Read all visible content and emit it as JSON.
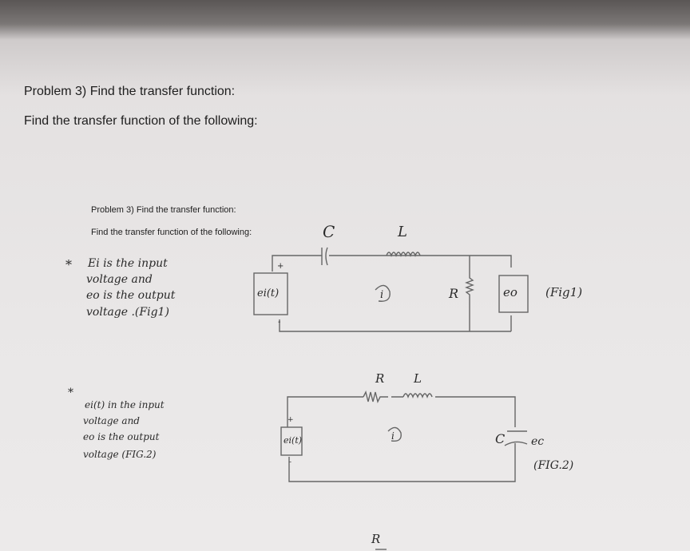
{
  "header": {
    "problem_title": "Problem 3) Find the transfer function:",
    "problem_subtitle": "Find the transfer function of the following:"
  },
  "embedded_image": {
    "problem_title": "Problem 3) Find the transfer function:",
    "problem_subtitle": "Find the transfer function of the following:"
  },
  "fig1": {
    "bullet": "*",
    "note_lines": [
      "Ei is the input",
      "voltage and",
      "eo is the output",
      "voltage .(Fig1)"
    ],
    "labels": {
      "capacitor": "C",
      "inductor": "L",
      "resistor": "R",
      "source": "ei(t)",
      "current": "i",
      "output": "eo",
      "fig": "(Fig1)",
      "plus": "+",
      "minus": "-"
    }
  },
  "fig2": {
    "bullet": "*",
    "note_lines": [
      "ei(t) in the input",
      "voltage and",
      "eo is the output",
      "voltage (FIG.2)"
    ],
    "labels": {
      "resistor": "R",
      "inductor": "L",
      "capacitor": "C",
      "source": "ei(t)",
      "current": "i",
      "output": "ec",
      "fig": "(FIG.2)",
      "plus": "+",
      "minus": "-"
    }
  },
  "fig3": {
    "resistor": "R"
  }
}
